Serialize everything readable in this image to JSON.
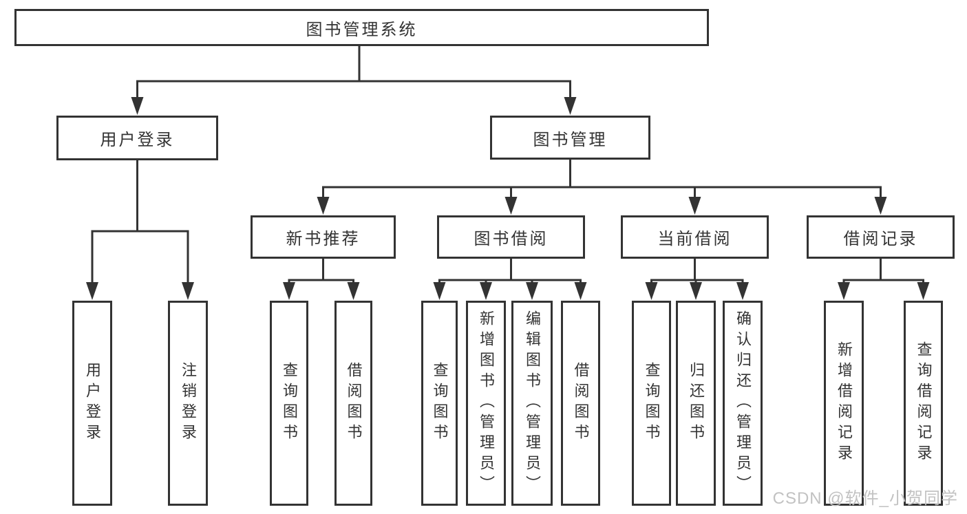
{
  "diagram": {
    "type": "hierarchy-tree",
    "title": "图书管理系统",
    "colors": {
      "line": "#333333",
      "text": "#333333",
      "box_background": "#ffffff",
      "page_background": "#ffffff",
      "watermark": "#c2c2c2"
    },
    "watermark": "CSDN @软件_小贺同学",
    "nodes": {
      "root": {
        "label": "图书管理系统"
      },
      "user_login": {
        "label": "用户登录"
      },
      "book_mgmt": {
        "label": "图书管理"
      },
      "ul_login": {
        "label": "用户登录"
      },
      "ul_logout": {
        "label": "注销登录"
      },
      "new_book_rec": {
        "label": "新书推荐"
      },
      "book_borrow": {
        "label": "图书借阅"
      },
      "current_borrow": {
        "label": "当前借阅"
      },
      "borrow_record": {
        "label": "借阅记录"
      },
      "nbr_query_book": {
        "label": "查询图书"
      },
      "nbr_borrow_book": {
        "label": "借阅图书"
      },
      "bb_query_book": {
        "label": "查询图书"
      },
      "bb_add_book": {
        "label": "新增图书（管理员）"
      },
      "bb_edit_book": {
        "label": "编辑图书（管理员）"
      },
      "bb_borrow_book": {
        "label": "借阅图书"
      },
      "cb_query_book": {
        "label": "查询图书"
      },
      "cb_return_book": {
        "label": "归还图书"
      },
      "cb_confirm_return": {
        "label": "确认归还（管理员）"
      },
      "br_add_record": {
        "label": "新增借阅记录"
      },
      "br_query_record": {
        "label": "查询借阅记录"
      }
    },
    "hierarchy": {
      "图书管理系统": {
        "用户登录": [
          "用户登录",
          "注销登录"
        ],
        "图书管理": {
          "新书推荐": [
            "查询图书",
            "借阅图书"
          ],
          "图书借阅": [
            "查询图书",
            "新增图书（管理员）",
            "编辑图书（管理员）",
            "借阅图书"
          ],
          "当前借阅": [
            "查询图书",
            "归还图书",
            "确认归还（管理员）"
          ],
          "借阅记录": [
            "新增借阅记录",
            "查询借阅记录"
          ]
        }
      }
    }
  }
}
